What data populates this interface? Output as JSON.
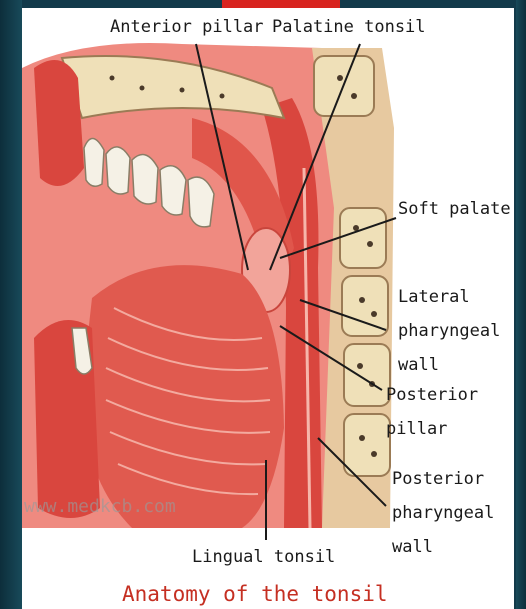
{
  "labels": {
    "anterior_pillar": "Anterior pillar",
    "palatine_tonsil": "Palatine tonsil",
    "soft_palate": "Soft palate",
    "lateral_1": "Lateral",
    "lateral_2": "pharyngeal",
    "lateral_3": "wall",
    "posterior_pillar_1": "Posterior",
    "posterior_pillar_2": "pillar",
    "posterior_wall_1": "Posterior",
    "posterior_wall_2": "pharyngeal",
    "posterior_wall_3": "wall",
    "lingual_tonsil": "Lingual tonsil"
  },
  "caption": "Anatomy of the tonsil",
  "watermark": "www.medkcb.com",
  "colors": {
    "tissue": "#e0564b",
    "tissue_dark": "#b8352d",
    "mucosa": "#f08a7e",
    "bone": "#efe0b8",
    "caption": "#c52f22"
  }
}
